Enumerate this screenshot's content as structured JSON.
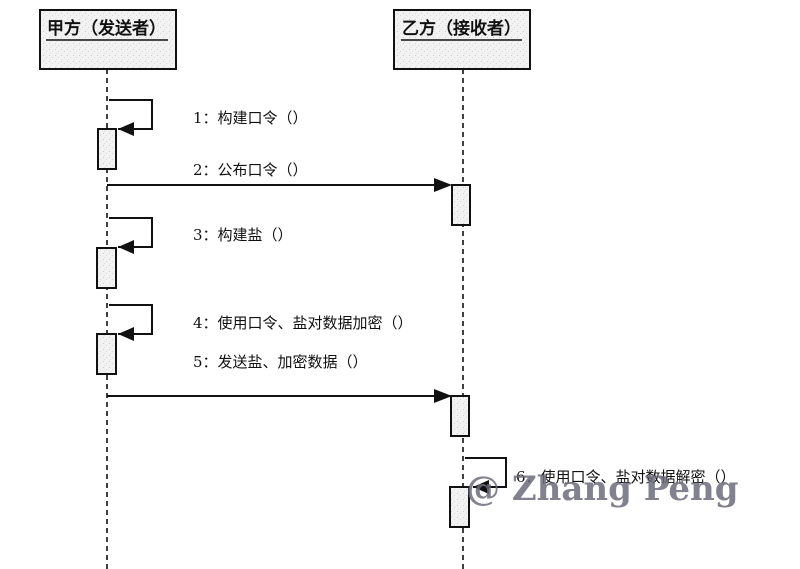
{
  "diagram": {
    "type": "sequence",
    "participants": [
      {
        "id": "A",
        "name": "甲方（发送者）"
      },
      {
        "id": "B",
        "name": "乙方（接收者）"
      }
    ],
    "messages": [
      {
        "n": 1,
        "label": "1：构建口令（）",
        "from": "A",
        "to": "A"
      },
      {
        "n": 2,
        "label": "2：公布口令（）",
        "from": "A",
        "to": "B"
      },
      {
        "n": 3,
        "label": "3：构建盐（）",
        "from": "A",
        "to": "A"
      },
      {
        "n": 4,
        "label": "4：使用口令、盐对数据加密（）",
        "from": "A",
        "to": "A"
      },
      {
        "n": 5,
        "label": "5：发送盐、加密数据（）",
        "from": "A",
        "to": "B"
      },
      {
        "n": 6,
        "label": "6．使用口令、盐对数据解密（）",
        "from": "B",
        "to": "B"
      }
    ],
    "watermark": "@ Zhang Peng"
  }
}
